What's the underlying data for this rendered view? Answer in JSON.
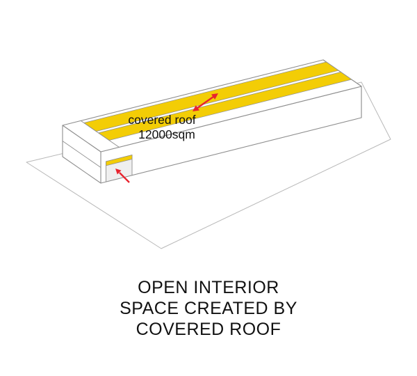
{
  "diagram": {
    "roof_label": {
      "line1": "covered roof",
      "line2": "12000sqm"
    },
    "caption_lines": [
      "OPEN INTERIOR",
      "SPACE CREATED BY",
      "COVERED ROOF"
    ]
  },
  "arrows": {
    "roof_span": "double-headed-arrow",
    "entrance": "single-headed-arrow"
  },
  "colors": {
    "roof_yellow": "#F3CD06",
    "arrow_red": "#E8232E",
    "edge_gray": "#8E8E8E",
    "ground_gray": "#B8B8B8",
    "text_black": "#111111",
    "face_white": "#FFFFFF"
  }
}
